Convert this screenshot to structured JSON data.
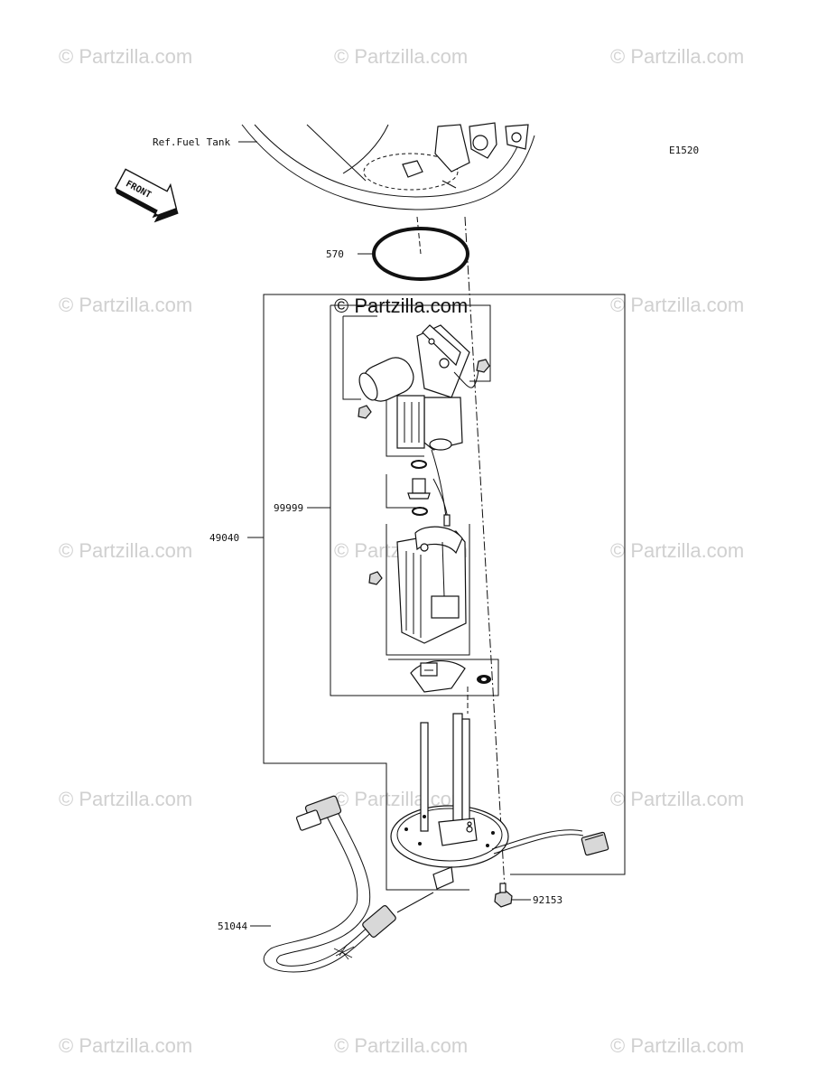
{
  "diagram": {
    "ref_code": "E1520",
    "front_label": "FRONT",
    "center_watermark": "© Partzilla.com",
    "watermark": "© Partzilla.com",
    "callouts": {
      "fuel_tank": "Ref.Fuel Tank",
      "gasket": "570",
      "pump_assembly": "49040",
      "sub_assembly": "99999",
      "hose": "51044",
      "bolt": "92153"
    }
  }
}
